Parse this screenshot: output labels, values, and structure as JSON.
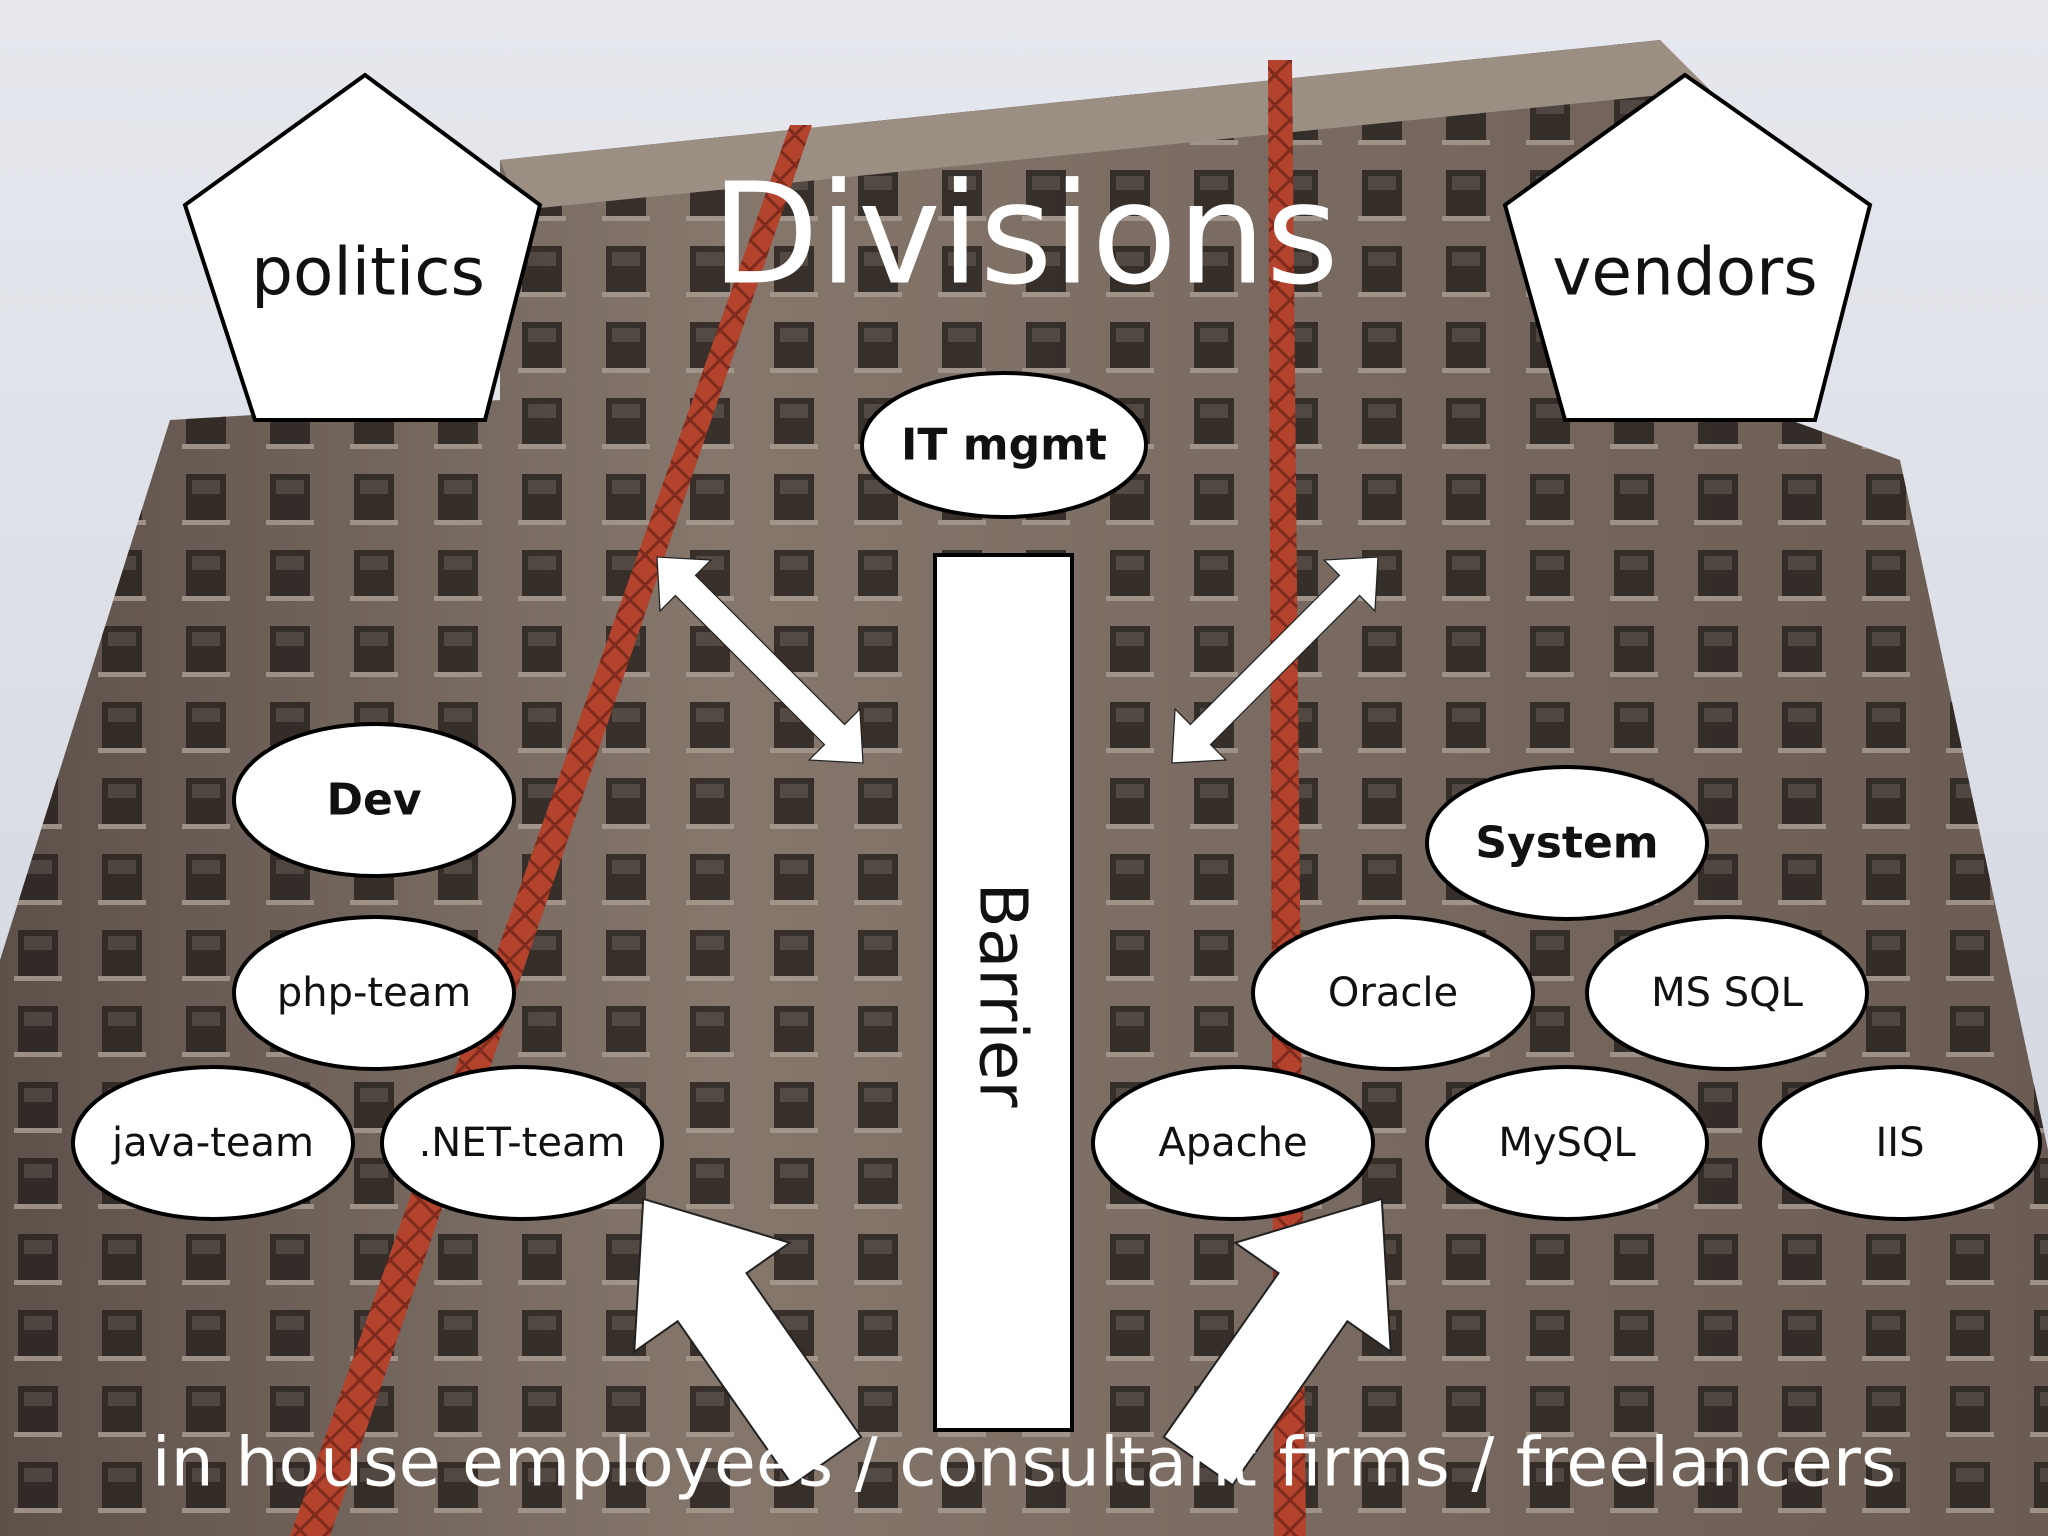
{
  "title": "Divisions",
  "pentagons": {
    "left": "politics",
    "right": "vendors"
  },
  "it_mgmt": "IT mgmt",
  "barrier": "Barrier",
  "dev": {
    "heading": "Dev",
    "teams": [
      "php-team",
      "java-team",
      ".NET-team"
    ]
  },
  "system": {
    "heading": "System",
    "items": [
      "Oracle",
      "MS SQL",
      "Apache",
      "MySQL",
      "IIS"
    ]
  },
  "footer": "in house employees / consultant firms / freelancers",
  "colors": {
    "sky": "#dfe2e8",
    "building": "#7f7167",
    "crane": "#b8452f",
    "window": "#2c2521",
    "shape_fill": "#ffffff",
    "outline": "#000000",
    "title_text": "#ffffff"
  }
}
